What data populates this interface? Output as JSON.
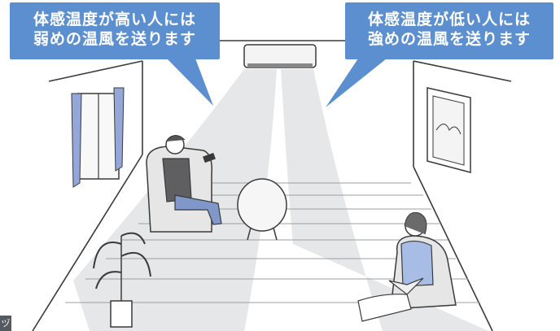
{
  "callouts": {
    "left": {
      "line1": "体感温度が高い人には",
      "line2": "弱めの温風を送ります"
    },
    "right": {
      "line1": "体感温度が低い人には",
      "line2": "強めの温風を送ります"
    }
  },
  "corner_glyph": "ヅ",
  "colors": {
    "callout_bg": "#5b8fd0",
    "callout_text": "#ffffff",
    "airflow": "#e3e4e6",
    "curtain": "#93a8d8",
    "sweater": "#a7bde6",
    "chair": "#e6e6e6",
    "outline": "#3a3a3a"
  },
  "icons": [
    "air-conditioner-icon",
    "window-icon",
    "picture-frame-icon",
    "plant-icon",
    "armchair-icon",
    "beanbag-icon",
    "round-mirror-icon",
    "remote-control-icon",
    "book-icon"
  ]
}
